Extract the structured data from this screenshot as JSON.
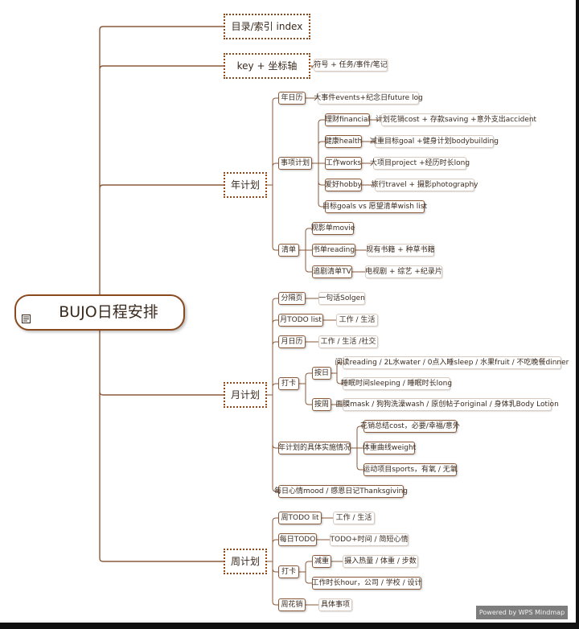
{
  "mindmap": {
    "root": {
      "label": "BUJO日程安排",
      "icon": "document-icon"
    },
    "branches": [
      {
        "label": "目录/索引 index"
      },
      {
        "label": "key + 坐标轴",
        "children": [
          {
            "label": "符号 + 任务/事件/笔记"
          }
        ]
      },
      {
        "label": "年计划",
        "children": [
          {
            "label": "年日历",
            "children": [
              {
                "label": "大事件events+纪念日future log"
              }
            ]
          },
          {
            "label": "事项计划",
            "children": [
              {
                "label": "理财financial",
                "children": [
                  {
                    "label": "计划花销cost + 存款saving +意外支出accident"
                  }
                ]
              },
              {
                "label": "健康health",
                "children": [
                  {
                    "label": "减重目标goal +健身计划bodybuilding"
                  }
                ]
              },
              {
                "label": "工作works",
                "children": [
                  {
                    "label": "大项目project +经历时长long"
                  }
                ]
              },
              {
                "label": "爱好hobby",
                "children": [
                  {
                    "label": "旅行travel + 摄影photography"
                  }
                ]
              },
              {
                "label": "目标goals vs 愿望清单wish list"
              }
            ]
          },
          {
            "label": "清单",
            "children": [
              {
                "label": "观影单movie"
              },
              {
                "label": "书单reading",
                "children": [
                  {
                    "label": "现有书籍 + 种草书籍"
                  }
                ]
              },
              {
                "label": "追剧清单TV",
                "children": [
                  {
                    "label": "电视剧 + 综艺 +纪录片"
                  }
                ]
              }
            ]
          }
        ]
      },
      {
        "label": "月计划",
        "children": [
          {
            "label": "分隔页",
            "children": [
              {
                "label": "一句话Solgen"
              }
            ]
          },
          {
            "label": "月TODO list",
            "children": [
              {
                "label": "工作 / 生活"
              }
            ]
          },
          {
            "label": "月日历",
            "children": [
              {
                "label": "工作 / 生活 /社交"
              }
            ]
          },
          {
            "label": "打卡",
            "children": [
              {
                "label": "按日",
                "children": [
                  {
                    "label": "阅读reading / 2L水water / 0点入睡sleep / 水果fruit / 不吃晚餐dinner"
                  },
                  {
                    "label": "睡眠时间sleeping / 睡眠时长long"
                  }
                ]
              },
              {
                "label": "按周",
                "children": [
                  {
                    "label": "面膜mask / 狗狗洗澡wash / 原创帖子original / 身体乳Body Lotion"
                  }
                ]
              }
            ]
          },
          {
            "label": "年计划的具体实施情况",
            "children": [
              {
                "label": "花销总结cost，必要/幸福/意外"
              },
              {
                "label": "体重曲线weight"
              },
              {
                "label": "运动项目sports，有氧 / 无氧"
              }
            ]
          },
          {
            "label": "每日心情mood / 感恩日记Thanksgiving"
          }
        ]
      },
      {
        "label": "周计划",
        "children": [
          {
            "label": "周TODO lit",
            "children": [
              {
                "label": "工作 / 生活"
              }
            ]
          },
          {
            "label": "每日TODO",
            "children": [
              {
                "label": "TODO+时间 / 简短心情"
              }
            ]
          },
          {
            "label": "打卡",
            "children": [
              {
                "label": "减重",
                "children": [
                  {
                    "label": "摄入热量 / 体重 / 步数"
                  }
                ]
              },
              {
                "label": "工作时长hour，公司 / 学校 / 设计"
              }
            ]
          },
          {
            "label": "周花销",
            "children": [
              {
                "label": "具体事项"
              }
            ]
          }
        ]
      }
    ]
  },
  "footer": {
    "label": "Powered by WPS Mindmap"
  },
  "colors": {
    "line": "#8a5a3a",
    "accent": "#8a4a1e",
    "leaf_border": "#d9cbbf"
  }
}
